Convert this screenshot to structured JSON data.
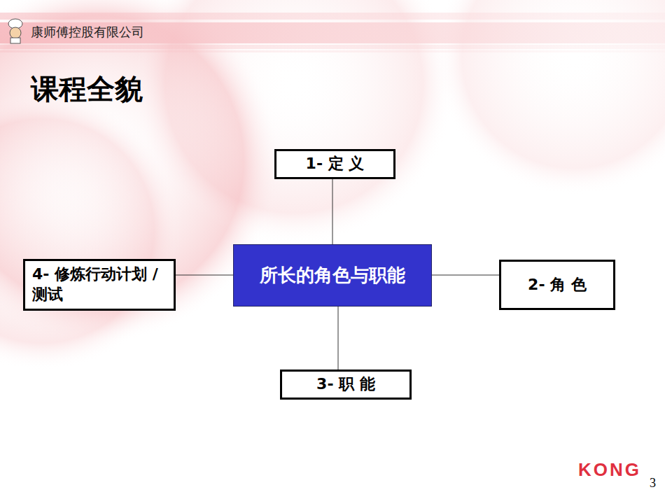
{
  "diagram": {
    "title": "课程全貌",
    "nodes": [
      {
        "text": [
          "1- 定 义"
        ]
      },
      {
        "text": [
          "4- 修炼行动计划 /测试"
        ]
      },
      {
        "text": [
          "所长的角色与职能"
        ]
      },
      {
        "text": [
          "2- 角 色"
        ]
      },
      {
        "text": [
          "3- 职 能"
        ]
      }
    ],
    "edges": [
      {
        "from": 2,
        "to": 0,
        "arrow": "none"
      },
      {
        "from": 2,
        "to": 1,
        "arrow": "none"
      },
      {
        "from": 2,
        "to": 3,
        "arrow": "none"
      },
      {
        "from": 2,
        "to": 4,
        "arrow": "none"
      }
    ],
    "labels": [
      "康师傅控股有限公司",
      "3",
      "KONG"
    ]
  }
}
